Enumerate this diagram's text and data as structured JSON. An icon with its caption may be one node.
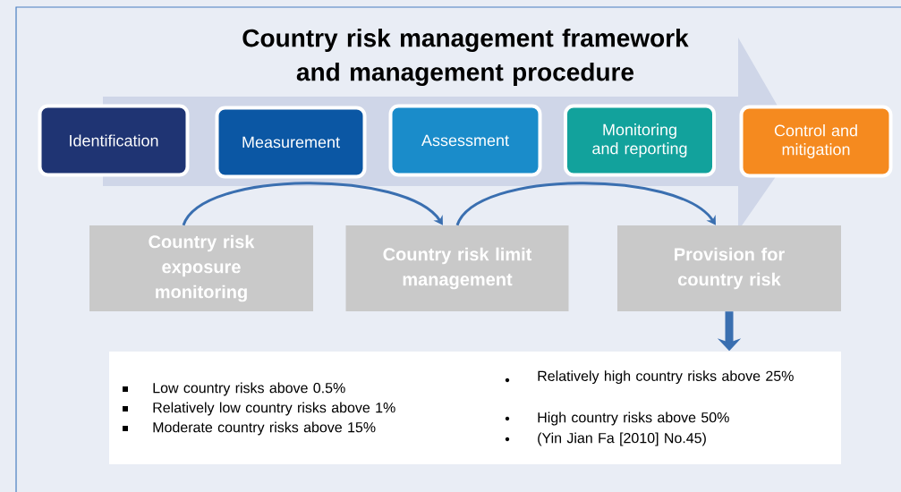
{
  "diagram": {
    "title": "Country risk management framework and management procedure",
    "nodes": [
      {
        "text": [
          "Identification"
        ]
      },
      {
        "text": [
          "Measurement"
        ]
      },
      {
        "text": [
          "Assessment"
        ]
      },
      {
        "text": [
          "Monitoring and reporting"
        ]
      },
      {
        "text": [
          "Control and mitigation"
        ]
      },
      {
        "text": [
          "Country risk exposure monitoring"
        ]
      },
      {
        "text": [
          "Country risk limit management"
        ]
      },
      {
        "text": [
          "Provision for country risk"
        ]
      },
      {
        "text": [
          "Low country risks above 0.5%",
          "Relatively low country risks above 1%",
          "Moderate country risks above 15%",
          "Relatively high country risks above 25%",
          "High country risks above 50%",
          "(Yin Jian Fa [2010] No.45)"
        ]
      }
    ],
    "edges": [
      {
        "from": 5,
        "to": 6,
        "arrow": "to"
      },
      {
        "from": 6,
        "to": 7,
        "arrow": "to"
      },
      {
        "from": 7,
        "to": 8,
        "arrow": "to",
        "style": "thick"
      }
    ]
  }
}
